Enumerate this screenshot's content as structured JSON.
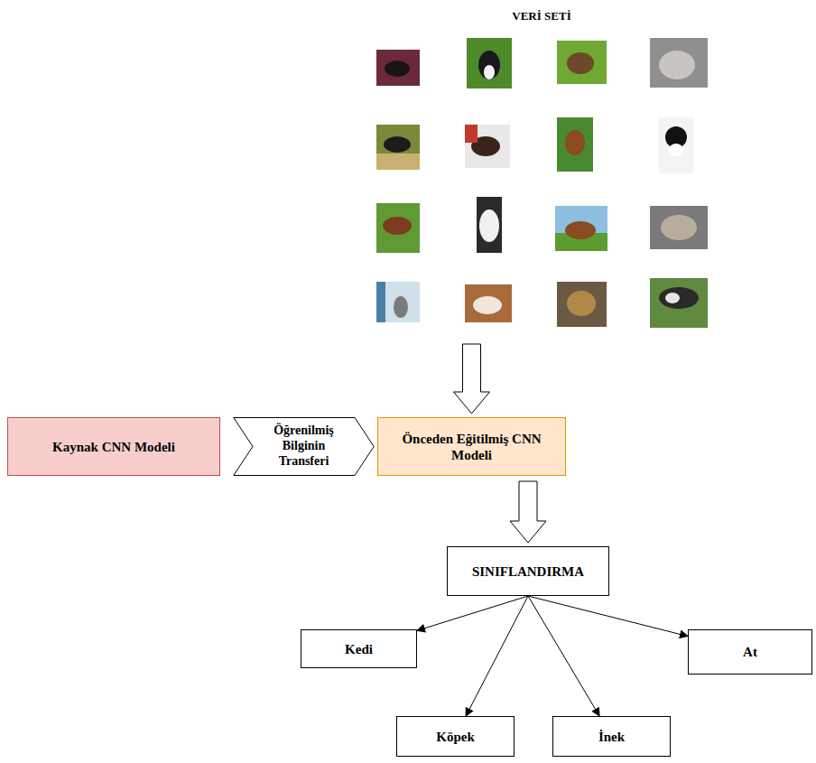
{
  "diagram": {
    "nodes": [
      {
        "text": [
          "VERİ SETİ"
        ]
      },
      {
        "text": [
          "Kaynak CNN Modeli"
        ]
      },
      {
        "text": [
          "Öğrenilmiş Bilginin Transferi"
        ]
      },
      {
        "text": [
          "Önceden Eğitilmiş CNN Modeli"
        ]
      },
      {
        "text": [
          "SINIFLANDIRMA"
        ]
      },
      {
        "text": [
          "Kedi"
        ]
      },
      {
        "text": [
          "At"
        ]
      },
      {
        "text": [
          "Köpek"
        ]
      },
      {
        "text": [
          "İnek"
        ]
      }
    ],
    "edges": [
      {
        "from": 0,
        "to": 3,
        "arrow": "to"
      },
      {
        "from": 3,
        "to": 4,
        "arrow": "to"
      },
      {
        "from": 4,
        "to": 5,
        "arrow": "to"
      },
      {
        "from": 4,
        "to": 6,
        "arrow": "to"
      },
      {
        "from": 4,
        "to": 7,
        "arrow": "to"
      },
      {
        "from": 4,
        "to": 8,
        "arrow": "to"
      }
    ]
  }
}
